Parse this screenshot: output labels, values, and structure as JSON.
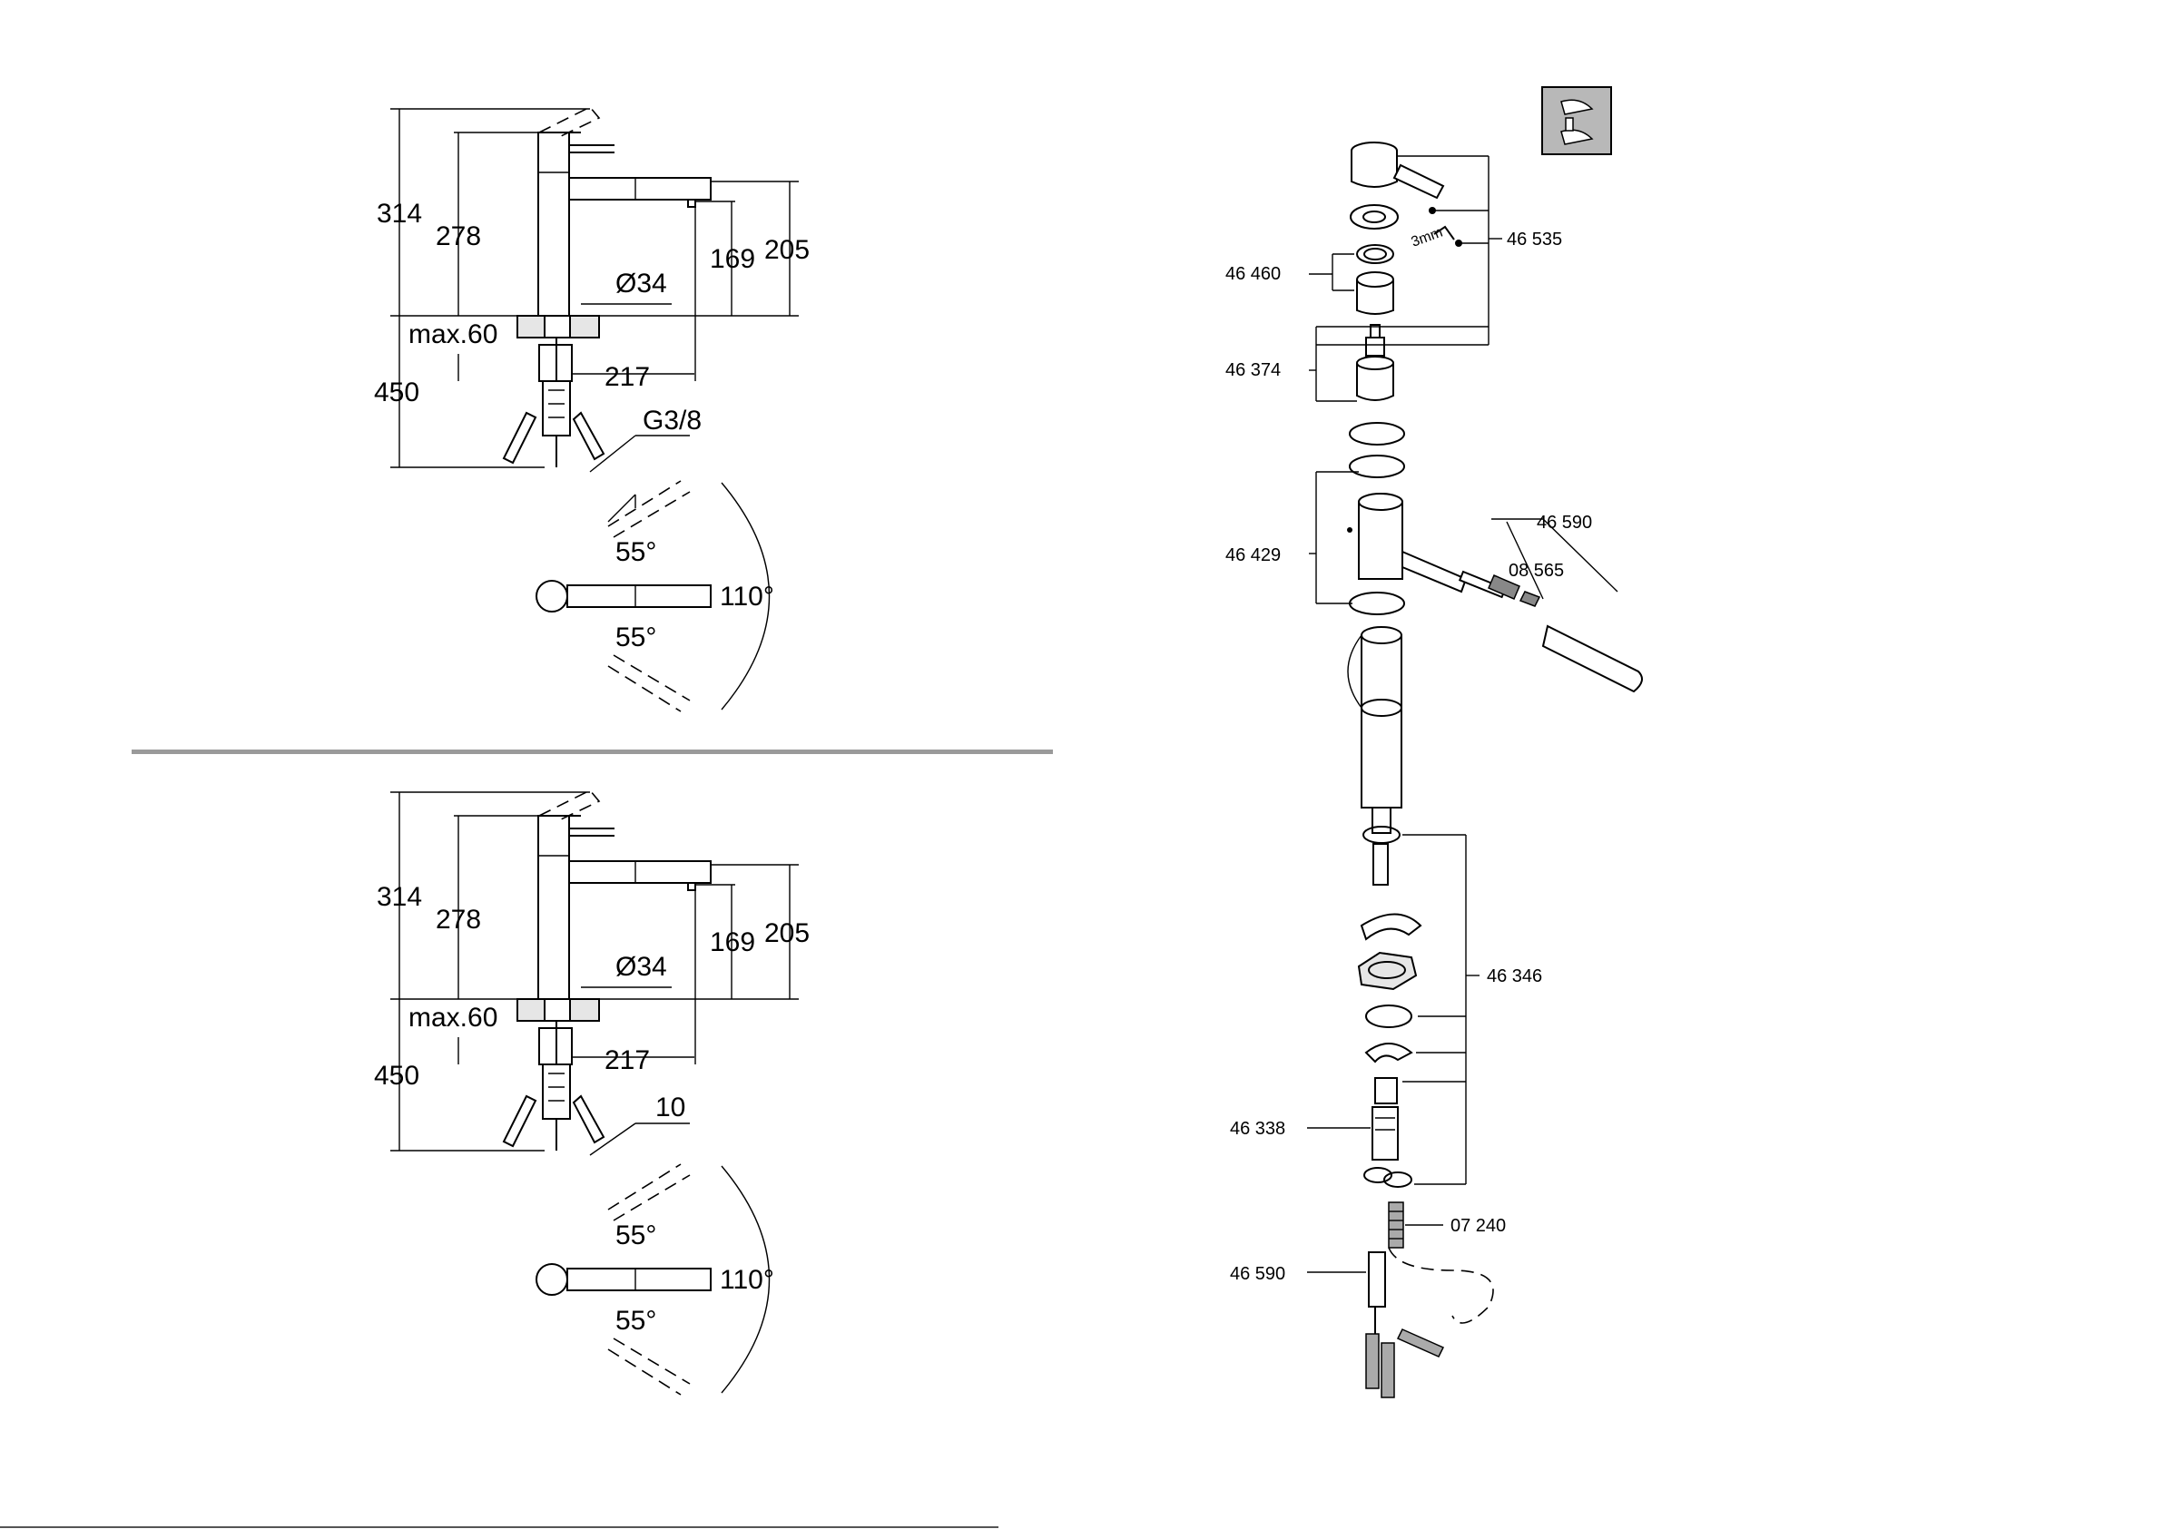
{
  "diagrams": [
    {
      "dims": {
        "d314": "314",
        "d278": "278",
        "d169": "169",
        "d205": "205",
        "d34": "Ø34",
        "dmax": "max.60",
        "d450": "450",
        "d217": "217",
        "conn": "G3/8",
        "a1": "55°",
        "a2": "55°",
        "arc": "110°"
      }
    },
    {
      "dims": {
        "d314": "314",
        "d278": "278",
        "d169": "169",
        "d205": "205",
        "d34": "Ø34",
        "dmax": "max.60",
        "d450": "450",
        "d217": "217",
        "conn": "10",
        "a1": "55°",
        "a2": "55°",
        "arc": "110°"
      }
    }
  ],
  "parts": {
    "p46535": "46 535",
    "p46460": "46 460",
    "p46374": "46 374",
    "tool": "3mm",
    "p46429": "46 429",
    "p46590a": "46 590",
    "p08565": "08 565",
    "p46346": "46 346",
    "p46338": "46 338",
    "p07240": "07 240",
    "p46590b": "46 590"
  }
}
